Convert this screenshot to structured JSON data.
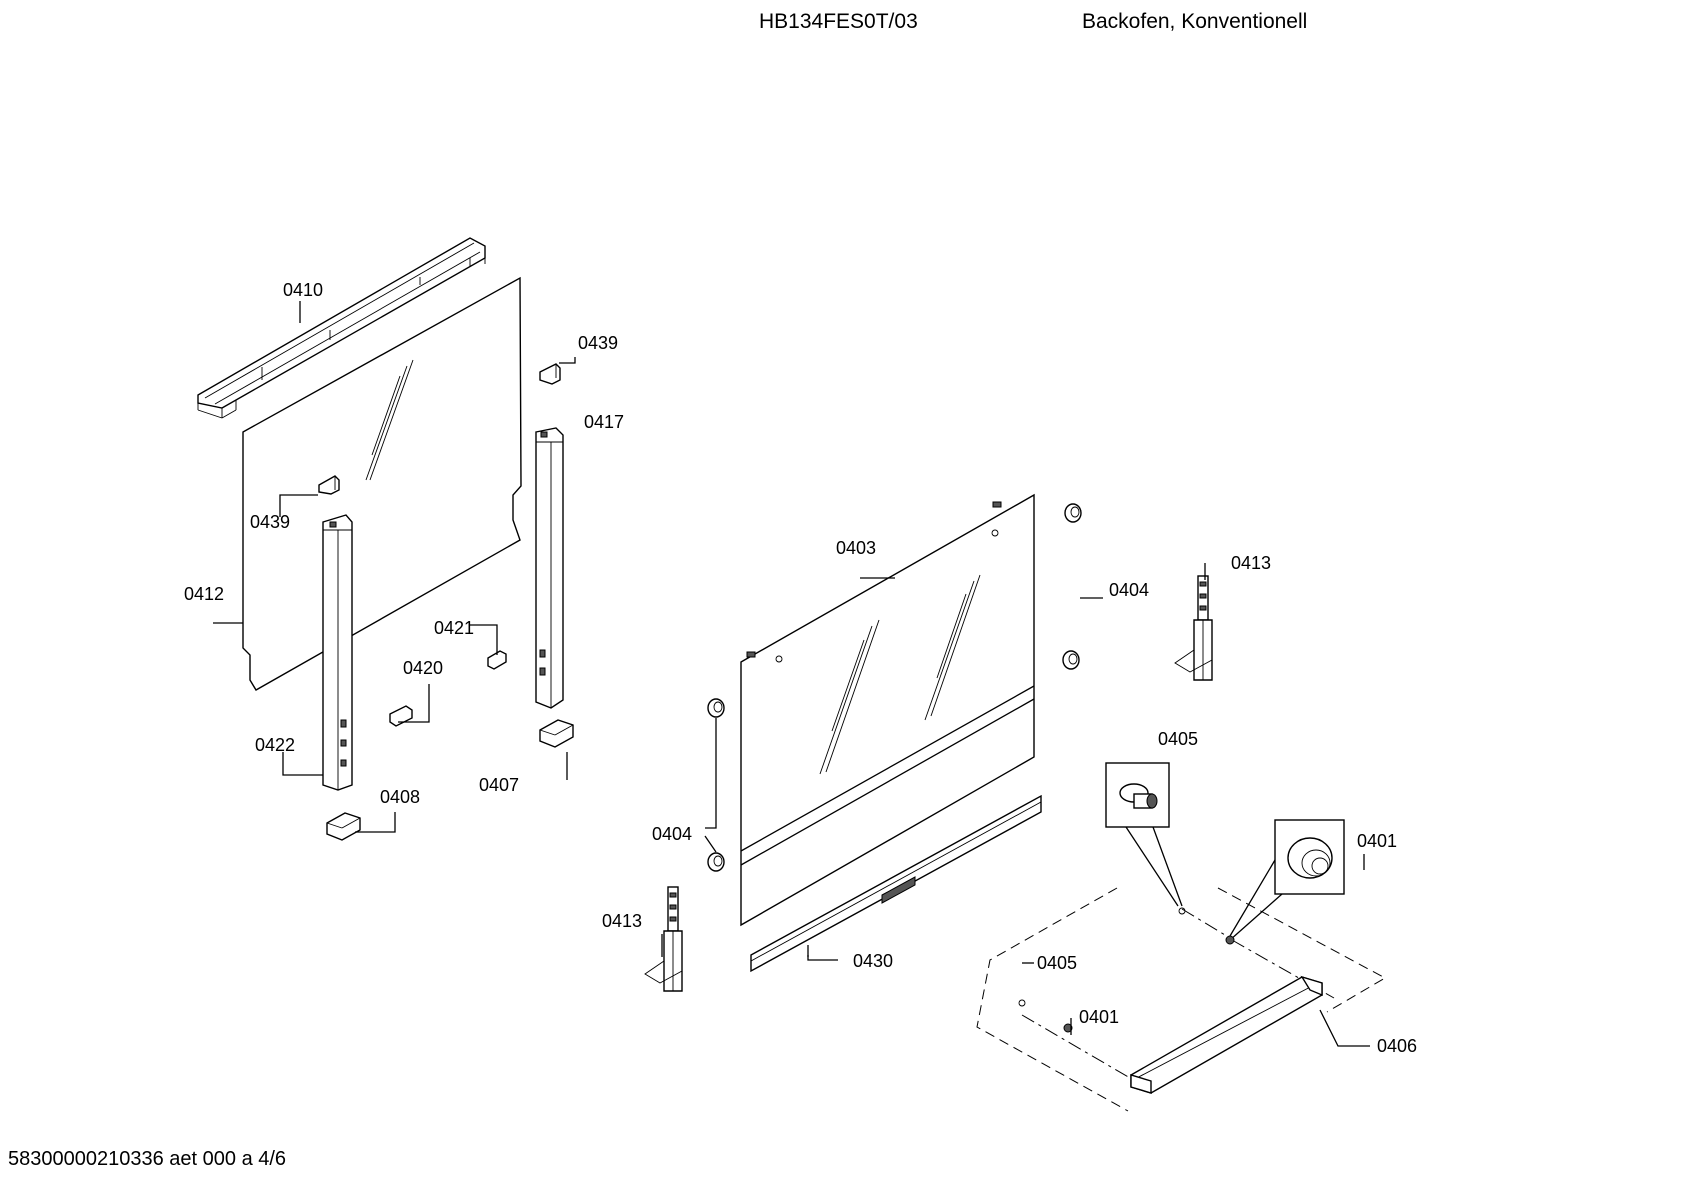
{
  "header": {
    "model": "HB134FES0T/03",
    "description": "Backofen, Konventionell"
  },
  "footer": {
    "doc_ref": "58300000210336 aet 000 a 4/6"
  },
  "callouts": {
    "c0410": "0410",
    "c0439a": "0439",
    "c0417": "0417",
    "c0439b": "0439",
    "c0412": "0412",
    "c0421": "0421",
    "c0420": "0420",
    "c0422": "0422",
    "c0408": "0408",
    "c0407": "0407",
    "c0403": "0403",
    "c0404a": "0404",
    "c0413a": "0413",
    "c0405a": "0405",
    "c0401a": "0401",
    "c0404b": "0404",
    "c0413b": "0413",
    "c0430": "0430",
    "c0405b": "0405",
    "c0401b": "0401",
    "c0406": "0406"
  }
}
